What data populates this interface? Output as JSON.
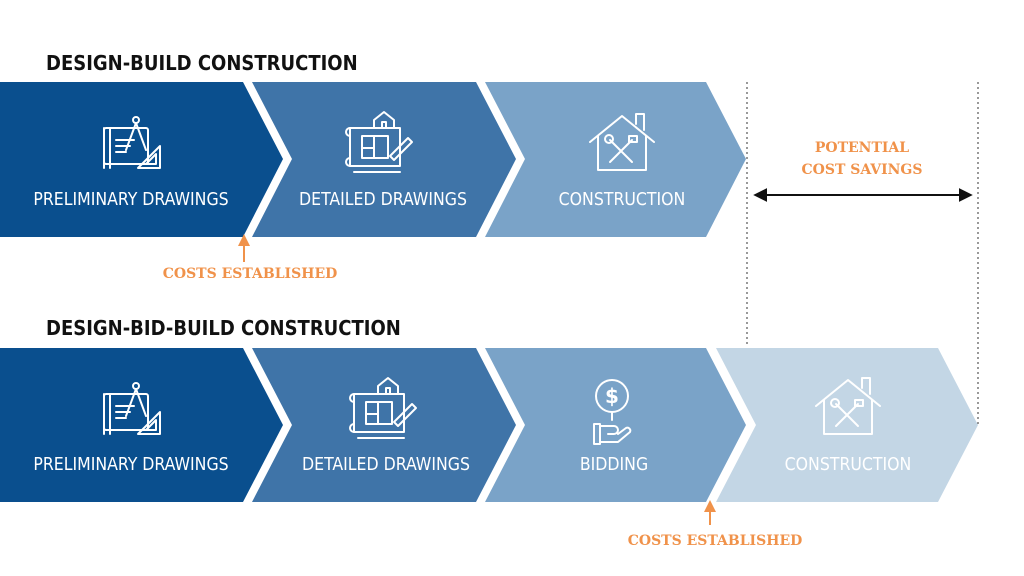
{
  "titles": {
    "design_build": "DESIGN-BUILD CONSTRUCTION",
    "design_bid_build": "DESIGN-BID-BUILD CONSTRUCTION"
  },
  "design_build": {
    "stages": [
      {
        "label": "PRELIMINARY DRAWINGS",
        "icon": "drafting-tools-icon",
        "color": "#0a4f8e"
      },
      {
        "label": "DETAILED DRAWINGS",
        "icon": "blueprint-icon",
        "color": "#3f74a8"
      },
      {
        "label": "CONSTRUCTION",
        "icon": "house-tools-icon",
        "color": "#7aa3c8"
      }
    ],
    "costs_note": "COSTS ESTABLISHED"
  },
  "design_bid_build": {
    "stages": [
      {
        "label": "PRELIMINARY DRAWINGS",
        "icon": "drafting-tools-icon",
        "color": "#0a4f8e"
      },
      {
        "label": "DETAILED DRAWINGS",
        "icon": "blueprint-icon",
        "color": "#3f74a8"
      },
      {
        "label": "BIDDING",
        "icon": "dollar-hand-icon",
        "color": "#7aa3c8"
      },
      {
        "label": "CONSTRUCTION",
        "icon": "house-tools-icon",
        "color": "#c3d6e5"
      }
    ],
    "costs_note": "COSTS ESTABLISHED"
  },
  "savings": {
    "line1": "POTENTIAL",
    "line2": "COST SAVINGS"
  },
  "colors": {
    "accent": "#f0924a",
    "title": "#111111"
  }
}
